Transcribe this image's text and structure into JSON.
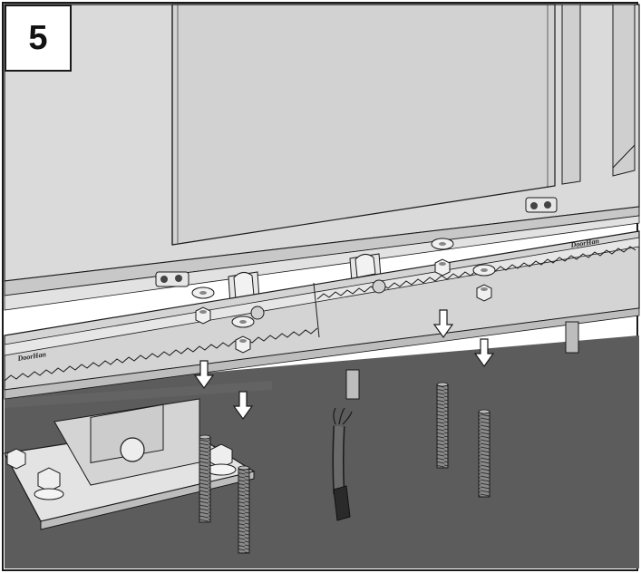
{
  "step": {
    "number": "5"
  },
  "brand": {
    "left_label": "DoorHan",
    "right_label": "DoorHan"
  },
  "colors": {
    "frame": "#1a1a1a",
    "gate_panel": "#d9d9d9",
    "gate_panel_dark": "#c6c6c6",
    "ground": "#5c5c5c",
    "ground_light": "#777777",
    "rack": "#cfcfcf",
    "hardware": "#e8e8e8",
    "cable": "#3a3a3a"
  },
  "icons": {
    "arrows": "down-arrow-icon",
    "nuts": "hex-nut-icon",
    "washers": "washer-icon",
    "studs": "threaded-stud-icon"
  }
}
